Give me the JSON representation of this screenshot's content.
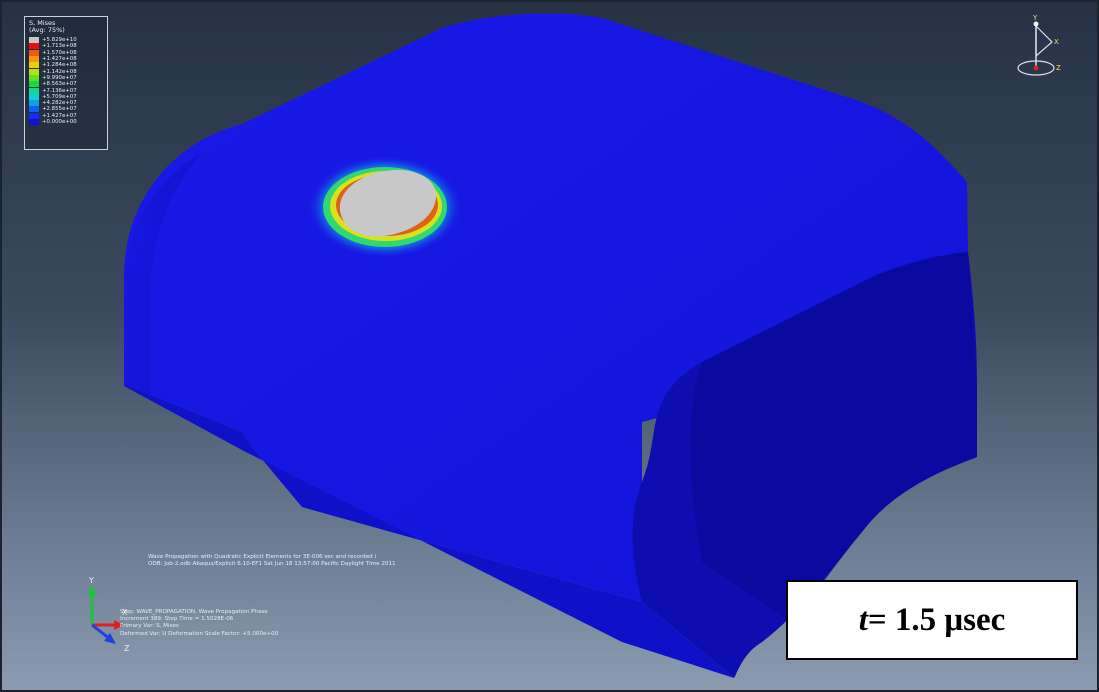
{
  "legend": {
    "title_line1": "S, Mises",
    "title_line2": "(Avg: 75%)",
    "entries": [
      {
        "value": "+5.829e+10",
        "color": "#c8c8c8"
      },
      {
        "value": "+1.713e+08",
        "color": "#e81010"
      },
      {
        "value": "+1.570e+08",
        "color": "#f05a10"
      },
      {
        "value": "+1.427e+08",
        "color": "#f09a10"
      },
      {
        "value": "+1.284e+08",
        "color": "#e8d010"
      },
      {
        "value": "+1.142e+08",
        "color": "#b8e010"
      },
      {
        "value": "+9.990e+07",
        "color": "#60e020"
      },
      {
        "value": "+8.563e+07",
        "color": "#18d840"
      },
      {
        "value": "+7.136e+07",
        "color": "#10d890"
      },
      {
        "value": "+5.709e+07",
        "color": "#10d0d0"
      },
      {
        "value": "+4.282e+07",
        "color": "#10a0e8"
      },
      {
        "value": "+2.855e+07",
        "color": "#1060f0"
      },
      {
        "value": "+1.427e+07",
        "color": "#1030f0"
      },
      {
        "value": "+0.000e+00",
        "color": "#1010d8"
      }
    ]
  },
  "info": {
    "line1": "Wave Propagation with Quadratic Explicit Elements for 3E-006 sec and recorded i",
    "line2": "ODB: Job-2.odb    Abaqus/Explicit 6.10-EF1    Sat Jun 18 13:57:00 Pacific Daylight Time 2011",
    "step": "Step: WAVE_PROPAGATION, Wave Propagation Phase",
    "increment": "Increment      389: Step Time =   1.5028E-06",
    "primary_var": "Primary Var: S, Mises",
    "deformed_var": "Deformed Var: U   Deformation Scale Factor: +5.000e+00"
  },
  "triad": {
    "x": "X",
    "y": "Y",
    "z": "Z"
  },
  "view_cube": {
    "x": "X",
    "y": "Y",
    "z": "Z"
  },
  "time_label": {
    "var": "t",
    "rest": " = 1.5 μsec"
  },
  "colors": {
    "model_blue": "#1414e0",
    "model_dark_blue": "#0a0a9a",
    "contact_gray": "#c8c8c8"
  }
}
